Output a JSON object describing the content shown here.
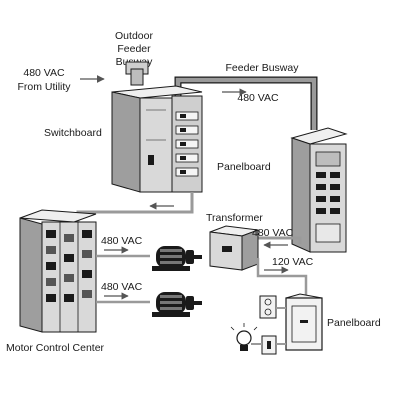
{
  "labels": {
    "utility": [
      "480 VAC",
      "From Utility"
    ],
    "outdoor_busway": [
      "Outdoor",
      "Feeder",
      "Busway"
    ],
    "feeder_busway": "Feeder Busway",
    "busway_voltage": "480 VAC",
    "switchboard": "Switchboard",
    "panelboard_main": "Panelboard",
    "transformer": "Transformer",
    "transformer_in": "480 VAC",
    "transformer_out": "120 VAC",
    "motor_1_voltage": "480 VAC",
    "motor_2_voltage": "480 VAC",
    "mcc": "Motor Control Center",
    "panelboard_small": "Panelboard"
  },
  "colors": {
    "ink": "#1a1a1a",
    "cabinet_fill": "#d9d9d9",
    "cabinet_dark": "#7a7a7a",
    "busway": "#9a9a9a",
    "background": "#ffffff"
  }
}
